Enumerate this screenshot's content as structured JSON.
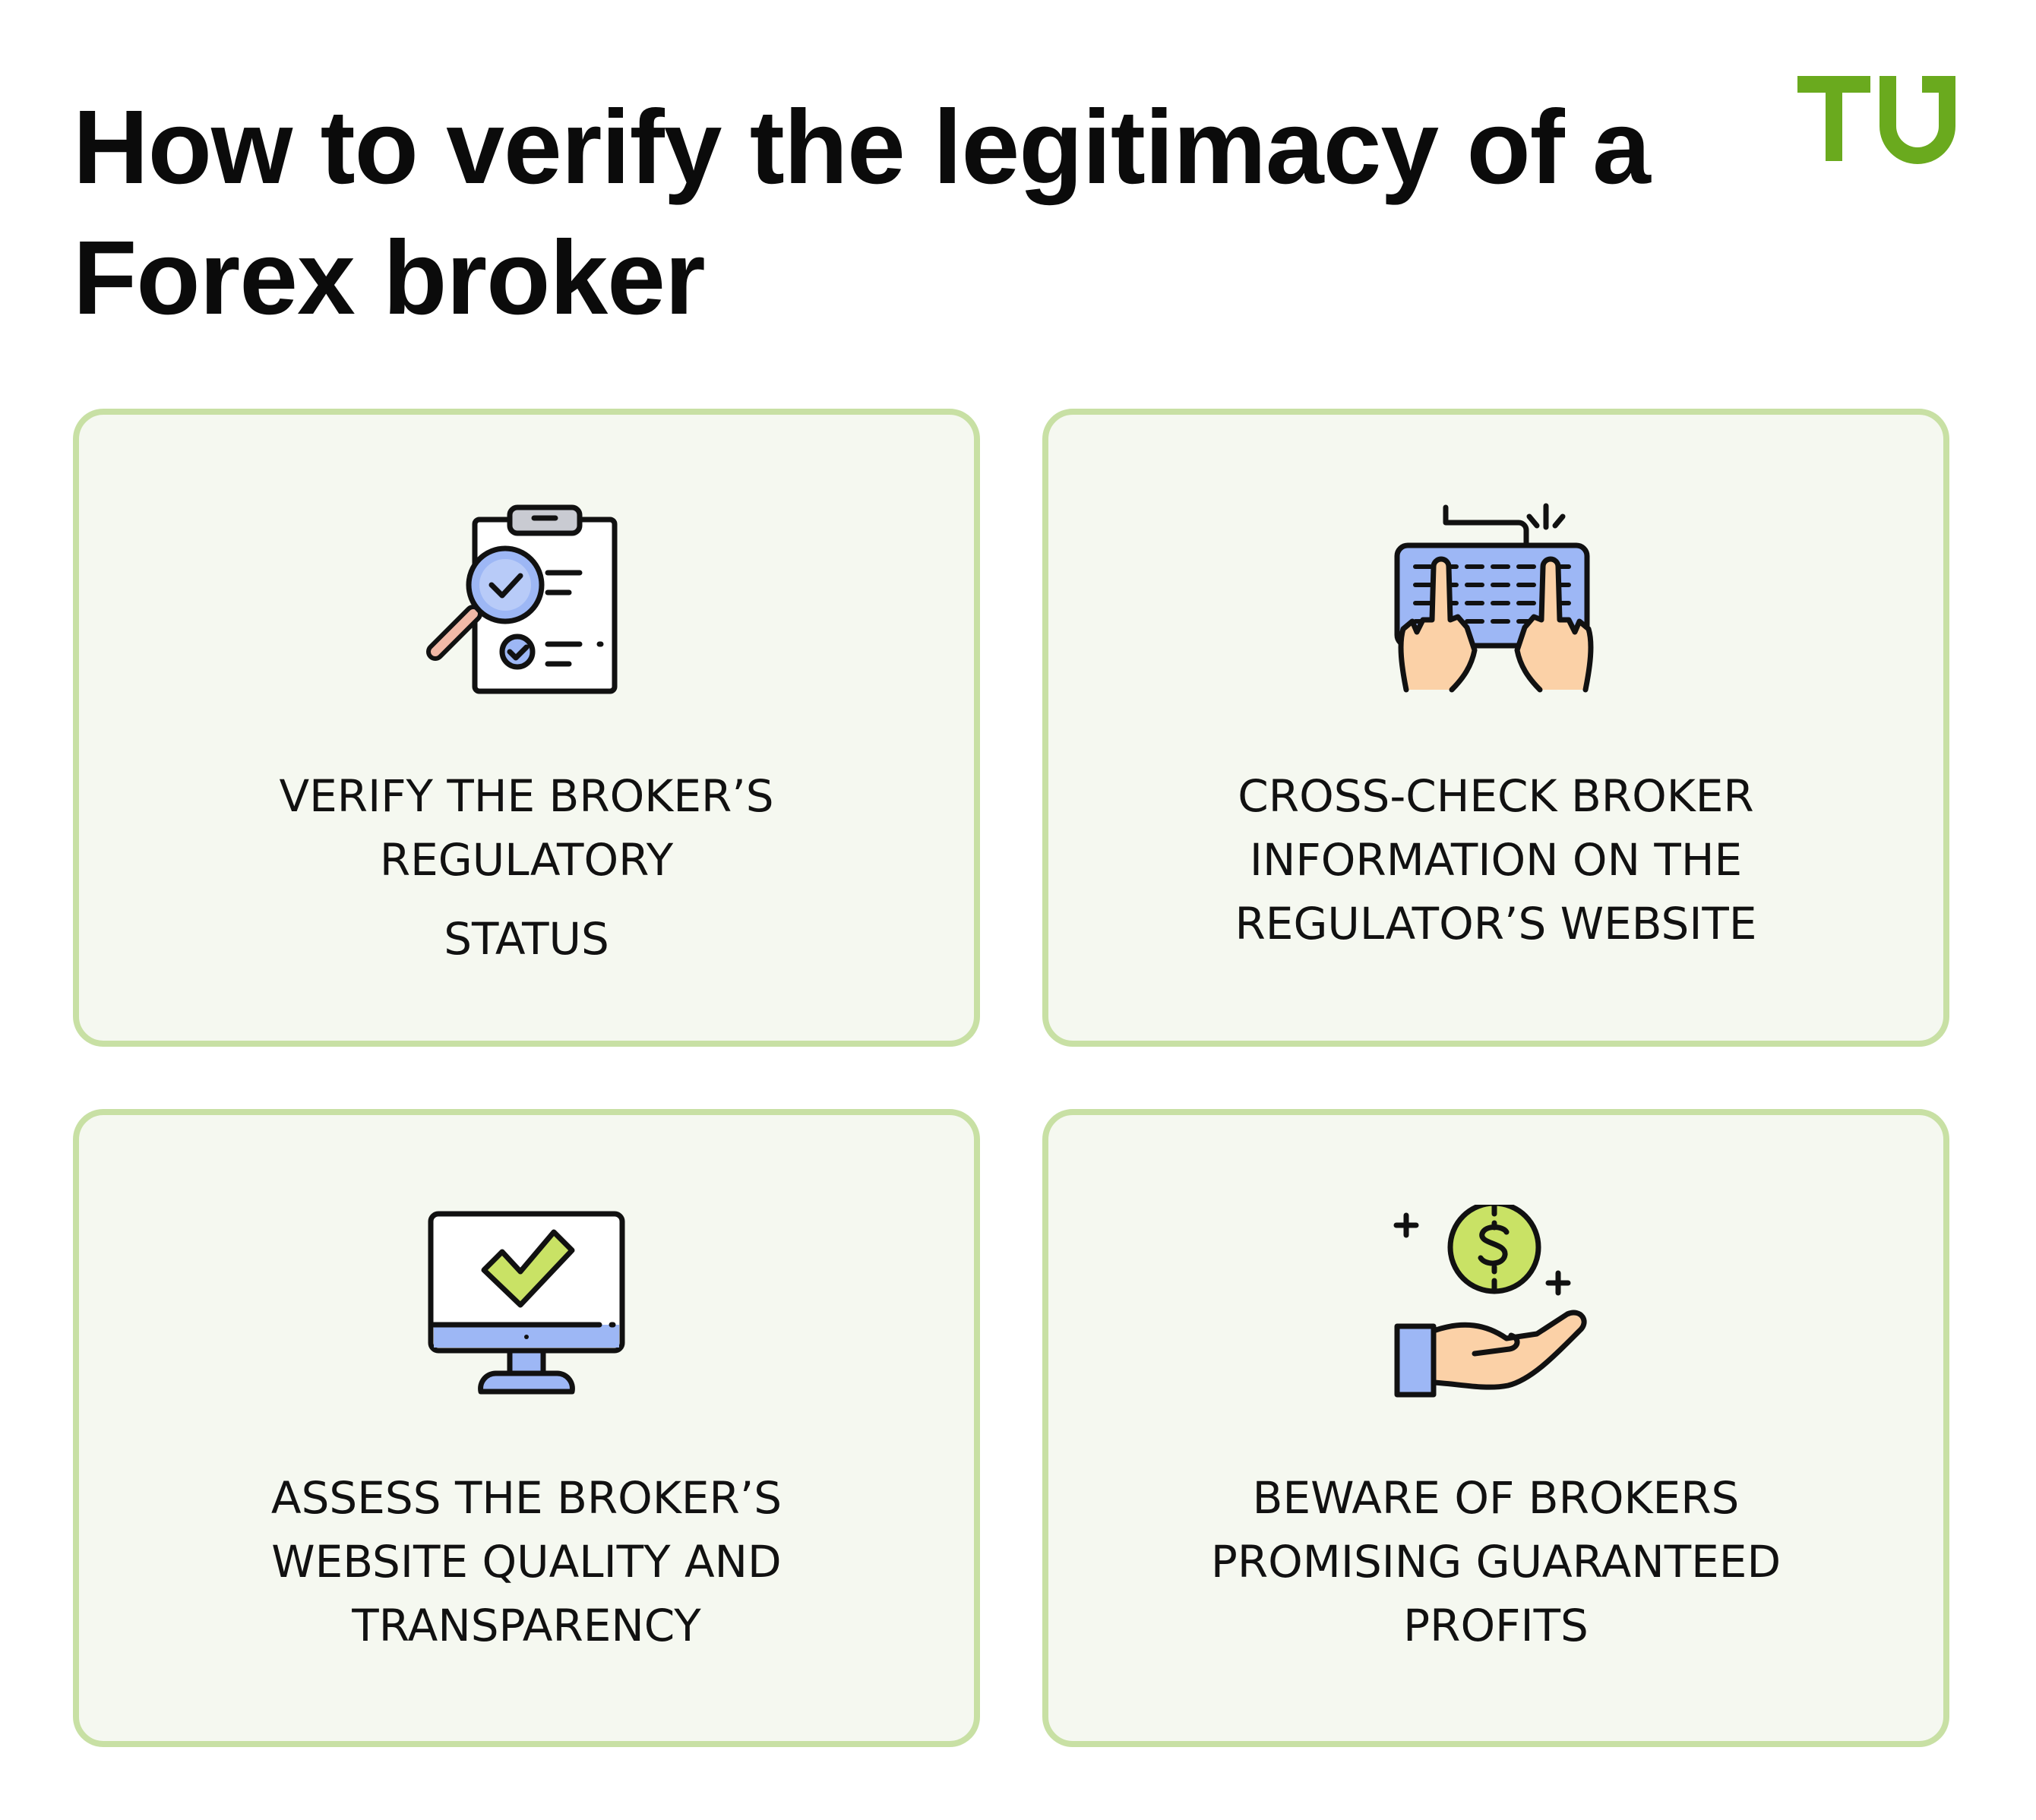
{
  "header": {
    "title_line1": "How to verify the legitimacy of a",
    "title_line2": "Forex broker",
    "logo_text": "TU",
    "logo_color": "#6aaa1e"
  },
  "cards": [
    {
      "icon": "clipboard-magnifier-check-icon",
      "lines": [
        "VERIFY THE BROKER’S",
        "REGULATORY",
        "STATUS"
      ]
    },
    {
      "icon": "keyboard-typing-hands-icon",
      "lines": [
        "CROSS-CHECK BROKER",
        "INFORMATION ON THE",
        "REGULATOR’S WEBSITE"
      ]
    },
    {
      "icon": "monitor-checkmark-icon",
      "lines": [
        "ASSESS THE BROKER’S",
        "WEBSITE QUALITY AND",
        "TRANSPARENCY"
      ]
    },
    {
      "icon": "hand-coin-dollar-icon",
      "lines": [
        "BEWARE OF BROKERS",
        "PROMISING GUARANTEED",
        "PROFITS"
      ]
    }
  ],
  "colors": {
    "card_bg": "#f5f8f0",
    "card_border": "#c8e0a4",
    "icon_blue": "#9db7f5",
    "icon_green": "#c9e265",
    "icon_skin": "#fbd1a7",
    "icon_pink": "#f1b8a6"
  }
}
